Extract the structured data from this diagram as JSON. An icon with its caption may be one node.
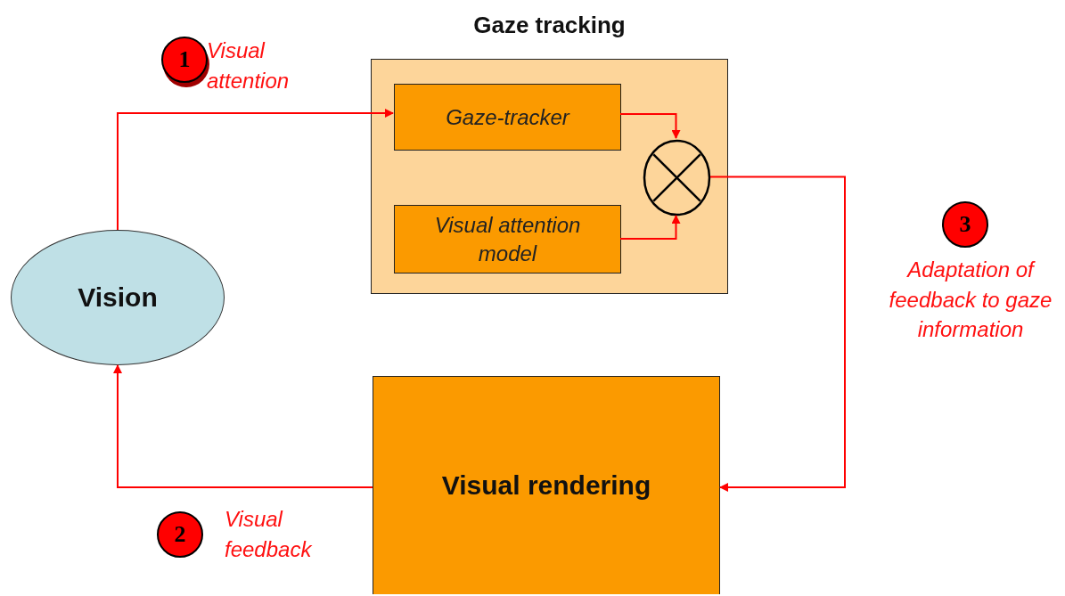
{
  "diagram": {
    "nodes": [
      {
        "text": [
          "Gaze tracking"
        ]
      },
      {
        "text": [
          "Gaze-tracker"
        ],
        "in": 0
      },
      {
        "text": [
          "Visual attention model"
        ],
        "in": 0
      },
      {
        "text": [],
        "shape": "circle",
        "in": 0
      },
      {
        "text": [
          "Vision"
        ]
      },
      {
        "text": [
          "Visual rendering"
        ]
      },
      {
        "text": [
          "1"
        ],
        "beside": [
          "Visual attention"
        ]
      },
      {
        "text": [
          "2"
        ],
        "beside": [
          "Visual feedback"
        ]
      },
      {
        "text": [
          "3"
        ],
        "beside": [
          "Adaptation of feedback to gaze information"
        ]
      }
    ],
    "edges": [
      {
        "from": 4,
        "to": 1,
        "arrow": "to"
      },
      {
        "from": 1,
        "to": 3,
        "arrow": "to"
      },
      {
        "from": 2,
        "to": 3,
        "arrow": "to"
      },
      {
        "from": 3,
        "to": 5,
        "arrow": "to"
      },
      {
        "from": 5,
        "to": 4,
        "arrow": "to"
      }
    ]
  }
}
